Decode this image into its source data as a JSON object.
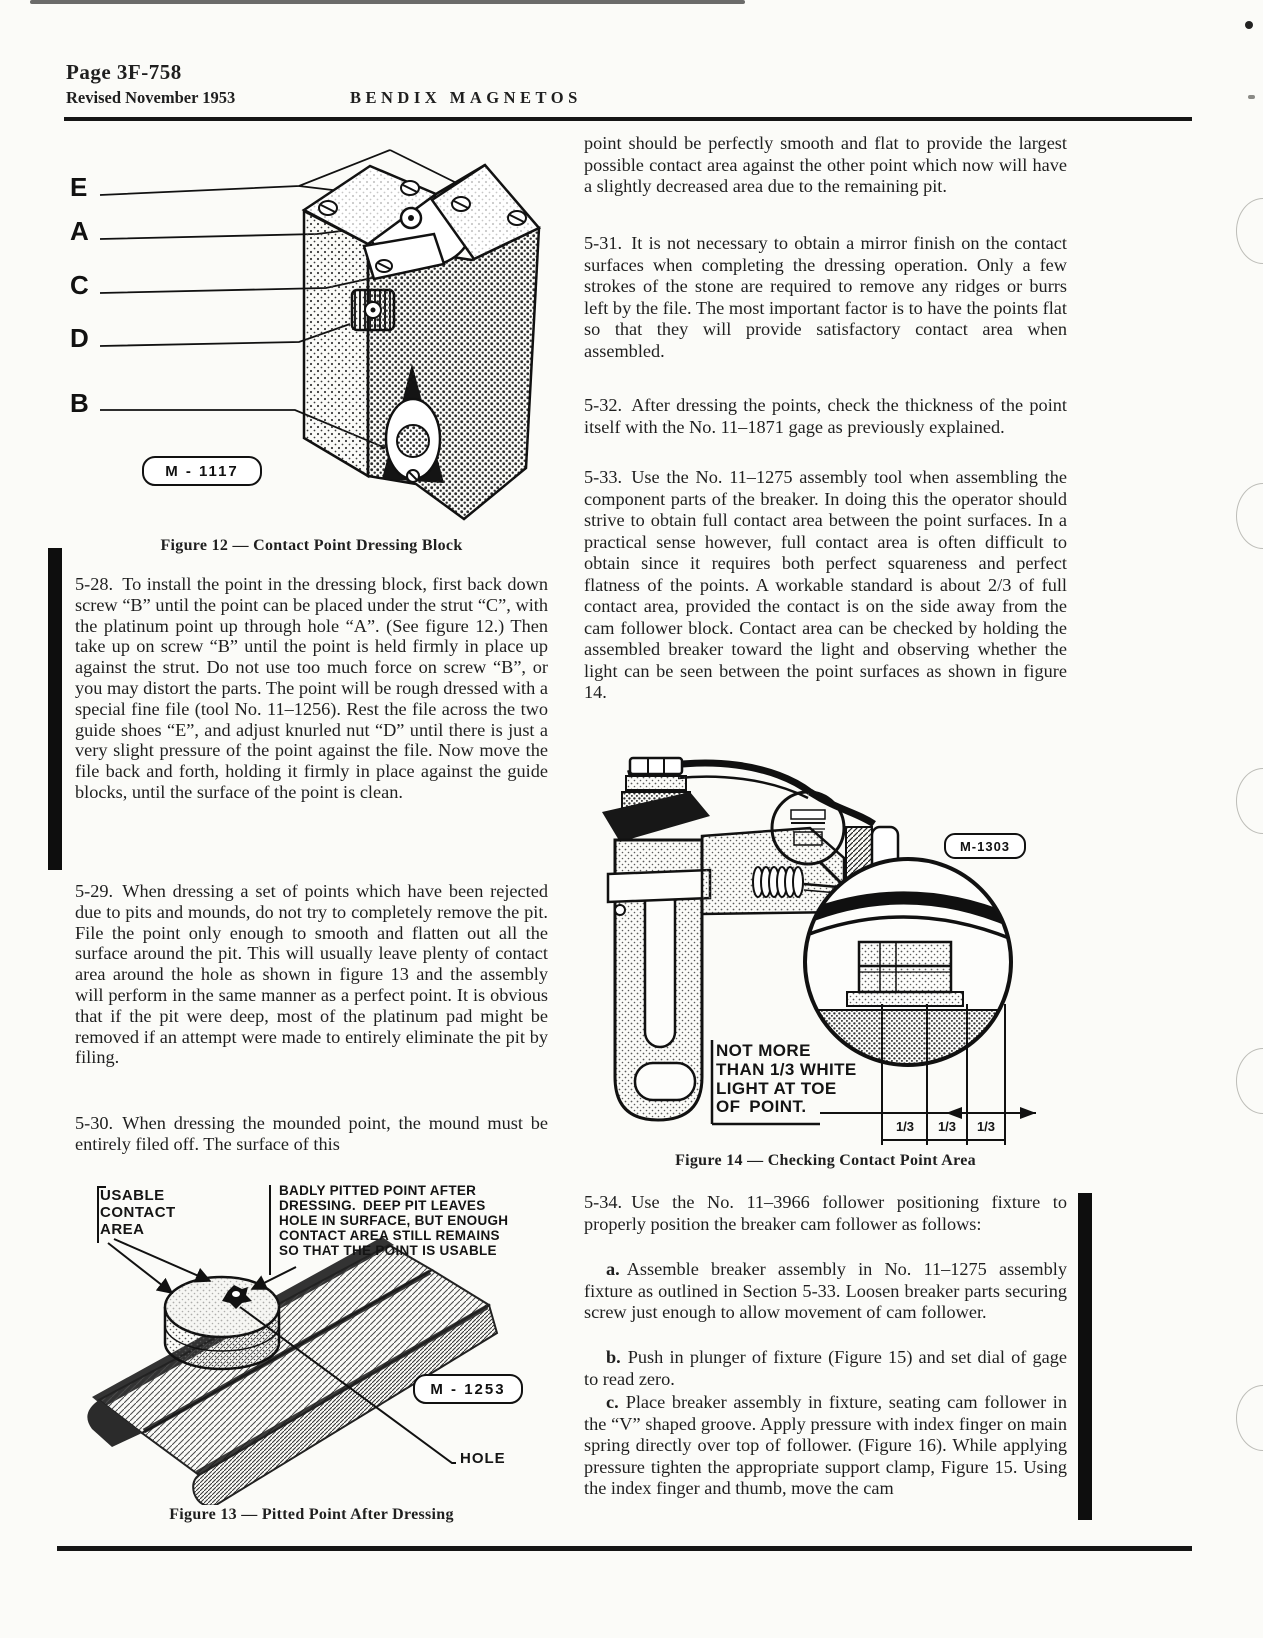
{
  "page": {
    "number": "Page 3F-758",
    "revised": "Revised November 1953",
    "title": "BENDIX MAGNETOS"
  },
  "left": {
    "fig12": {
      "callouts": [
        "E",
        "A",
        "C",
        "D",
        "B"
      ],
      "tag": "M - 1117",
      "caption": "Figure 12 — Contact Point Dressing Block"
    },
    "p528": "5-28. To install the point in the dressing block, first back down screw “B” until the point can be placed under the strut “C”, with the platinum point up through hole “A”. (See figure 12.) Then take up on screw “B” until the point is held firmly in place up against the strut. Do not use too much force on screw “B”, or you may distort the parts. The point will be rough dressed with a special fine file (tool No. 11–1256). Rest the file across the two guide shoes “E”, and adjust knurled nut “D” until there is just a very slight pressure of the point against the file. Now move the file back and forth, holding it firmly in place against the guide blocks, until the surface of the point is clean.",
    "p529": "5-29. When dressing a set of points which have been rejected due to pits and mounds, do not try to completely remove the pit. File the point only enough to smooth and flatten out all the surface around the pit. This will usually leave plenty of contact area around the hole as shown in figure 13 and the assembly will perform in the same manner as a perfect point. It is obvious that if the pit were deep, most of the platinum pad might be removed if an attempt were made to entirely eliminate the pit by filing.",
    "p530": "5-30. When dressing the mounded point, the mound must be entirely filed off. The surface of this",
    "fig13": {
      "label_left": "USABLE\nCONTACT\nAREA",
      "label_right": "BADLY PITTED POINT AFTER\nDRESSING. DEEP PIT LEAVES\nHOLE IN SURFACE, BUT ENOUGH\nCONTACT AREA STILL REMAINS\nSO THAT THE POINT IS USABLE",
      "tag": "M - 1253",
      "hole_label": "HOLE",
      "caption": "Figure 13 — Pitted Point After Dressing"
    }
  },
  "right": {
    "p_cont": "point should be perfectly smooth and flat to provide the largest possible contact area against the other point which now will have a slightly decreased area due to the remaining pit.",
    "p531": "5-31. It is not necessary to obtain a mirror finish on the contact surfaces when completing the dressing operation. Only a few strokes of the stone are required to remove any ridges or burrs left by the file. The most important factor is to have the points flat so that they will provide satisfactory contact area when assembled.",
    "p532": "5-32. After dressing the points, check the thickness of the point itself with the No. 11–1871 gage as previously explained.",
    "p533": "5-33. Use the No. 11–1275 assembly tool when assembling the component parts of the breaker. In doing this the operator should strive to obtain full contact area between the point surfaces. In a practical sense however, full contact area is often difficult to obtain since it requires both perfect squareness and perfect flatness of the points. A workable standard is about 2/3 of full contact area, provided the contact is on the side away from the cam follower block. Contact area can be checked by holding the assembled breaker toward the light and observing whether the light can be seen between the point surfaces as shown in figure 14.",
    "fig14": {
      "tag": "M-1303",
      "note": "NOT MORE\nTHAN 1/3 WHITE\nLIGHT AT TOE\nOF POINT.",
      "thirds": [
        "1/3",
        "1/3",
        "1/3"
      ],
      "caption": "Figure 14 — Checking Contact Point Area"
    },
    "p534": "5-34. Use the No. 11–3966 follower positioning fixture to properly position the breaker cam follower as follows:",
    "item_a": {
      "label": "a.",
      "text": "Assemble breaker assembly in No. 11–1275 assembly fixture as outlined in Section 5-33. Loosen breaker parts securing screw just enough to allow movement of cam follower."
    },
    "item_b": {
      "label": "b.",
      "text": "Push in plunger of fixture (Figure 15) and set dial of gage to read zero."
    },
    "item_c": {
      "label": "c.",
      "text": "Place breaker assembly in fixture, seating cam follower in the “V” shaped groove. Apply pressure with index finger on main spring directly over top of follower. (Figure 16). While applying pressure tighten the appropriate support clamp, Figure 15. Using the index finger and thumb, move the cam"
    }
  }
}
